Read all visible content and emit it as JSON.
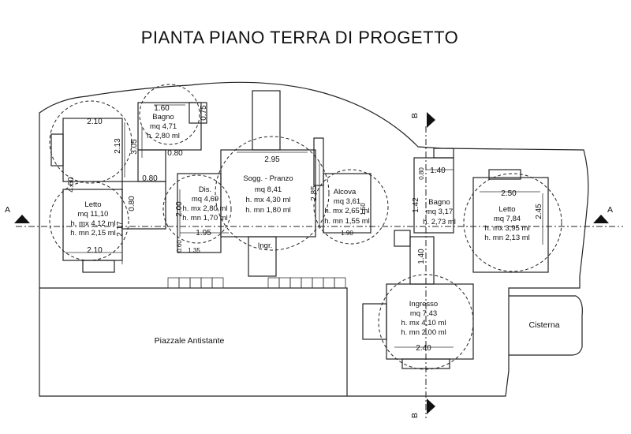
{
  "title": "PIANTA PIANO TERRA DI PROGETTO",
  "rooms": {
    "bagno_top": {
      "name": "Bagno",
      "area": "mq 4,71",
      "height": "h. 2,80 ml"
    },
    "letto_left": {
      "name": "Letto",
      "area": "mq 11,10",
      "hmax": "h. mx 4,12 ml",
      "hmin": "h. mn 2,15 ml"
    },
    "dis": {
      "name": "Dis.",
      "area": "mq 4,69",
      "hmax": "h. mx 2,80 ml",
      "hmin": "h. mn 1,70 ml"
    },
    "soggiorno": {
      "name": "Sogg. - Pranzo",
      "area": "mq 8,41",
      "hmax": "h. mx 4,30 ml",
      "hmin": "h. mn 1,80 ml"
    },
    "alcova": {
      "name": "Alcova",
      "area": "mq 3,61",
      "hmax": "h. mx 2,65 ml",
      "hmin": "h. mn 1,55 ml"
    },
    "bagno_right": {
      "name": "Bagno",
      "area": "mq 3,17",
      "height": "h. 2,73 ml"
    },
    "letto_right": {
      "name": "Letto",
      "area": "mq 7,84",
      "hmax": "h. mx 3,95 ml",
      "hmin": "h. mn 2,13 ml"
    },
    "ingresso": {
      "name": "Ingresso",
      "area": "mq 7,43",
      "hmax": "h. mx 4,10 ml",
      "hmin": "h. mn 2,00 ml"
    },
    "ingr": {
      "name": "Ingr."
    },
    "piazzale": {
      "name": "Piazzale Antistante"
    },
    "cisterna": {
      "name": "Cisterna"
    }
  },
  "dimensions": {
    "d_1_60": "1.60",
    "d_0_75": "0.75",
    "d_2_10_top": "2.10",
    "d_2_13": "2.13",
    "d_3_05": "3.05",
    "d_0_80a": "0.80",
    "d_0_80b": "0.80",
    "d_4_60": "4.60",
    "d_0_80c": "0.80",
    "d_2_17": "2.17",
    "d_2_10_bot": "2.10",
    "d_2_00": "2.00",
    "d_1_95": "1.95",
    "d_0_60": "0.60",
    "d_1_35": "1.35",
    "d_2_95": "2.95",
    "d_2_85": "2.85",
    "d_1_50": "1.50",
    "d_1_90": "1.90",
    "d_1_40": "1.40",
    "d_0_80d": "0.80",
    "d_1_42": "1.42",
    "d_2_50": "2.50",
    "d_2_45": "2.45",
    "d_1_40b": "1.40",
    "d_2_40": "2.40"
  },
  "sections": {
    "a_left": "A",
    "a_right": "A",
    "b_top": "B",
    "b_bottom": "B"
  }
}
